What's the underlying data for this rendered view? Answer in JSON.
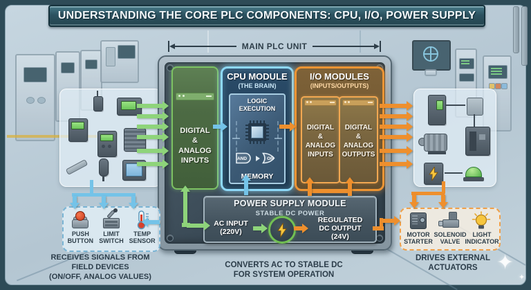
{
  "title": "UNDERSTANDING THE CORE PLC COMPONENTS: CPU, I/O, POWER SUPPLY",
  "plc": {
    "unit_label": "MAIN PLC UNIT",
    "input_module": "DIGITAL\n&\nANALOG\nINPUTS",
    "cpu": {
      "title": "CPU MODULE",
      "subtitle": "(THE BRAIN)",
      "logic": "LOGIC\nEXECUTION",
      "and_gate": "AND",
      "or_gate": "OR",
      "memory": "MEMORY"
    },
    "io": {
      "title": "I/O MODULES",
      "subtitle": "(INPUTS/OUTPUTS)",
      "inputs": "DIGITAL\n&\nANALOG\nINPUTS",
      "outputs": "DIGITAL\n&\nANALOG\nOUTPUTS"
    },
    "power": {
      "title": "POWER SUPPLY MODULE",
      "subtitle": "STABLE DC POWER",
      "ac_input": "AC INPUT\n(220V)",
      "dc_output": "REGULATED\nDC OUTPUT\n(24V)"
    }
  },
  "field_devices": {
    "items": [
      {
        "label": "PUSH\nBUTTON"
      },
      {
        "label": "LIMIT\nSWITCH"
      },
      {
        "label": "TEMP\nSENSOR"
      }
    ],
    "caption": "RECEIVES SIGNALS FROM\nFIELD DEVICES\n(ON/OFF, ANALOG VALUES)"
  },
  "actuators": {
    "items": [
      {
        "label": "MOTOR\nSTARTER"
      },
      {
        "label": "SOLENOID\nVALVE"
      },
      {
        "label": "LIGHT\nINDICATOR"
      }
    ],
    "caption": "DRIVES EXTERNAL\nACTUATORS"
  },
  "power_caption": "CONVERTS AC TO STABLE DC\nFOR SYSTEM OPERATION",
  "colors": {
    "sig_in": "#8ed47a",
    "sig_out": "#ee8f2d",
    "sig_ctl": "#74c3e8",
    "cpu_accent": "#8ed9f8",
    "io_accent": "#ed9433",
    "in_accent": "#7dc263",
    "pwr_ring": "#72c053",
    "bolt_yellow": "#f6c53e"
  }
}
